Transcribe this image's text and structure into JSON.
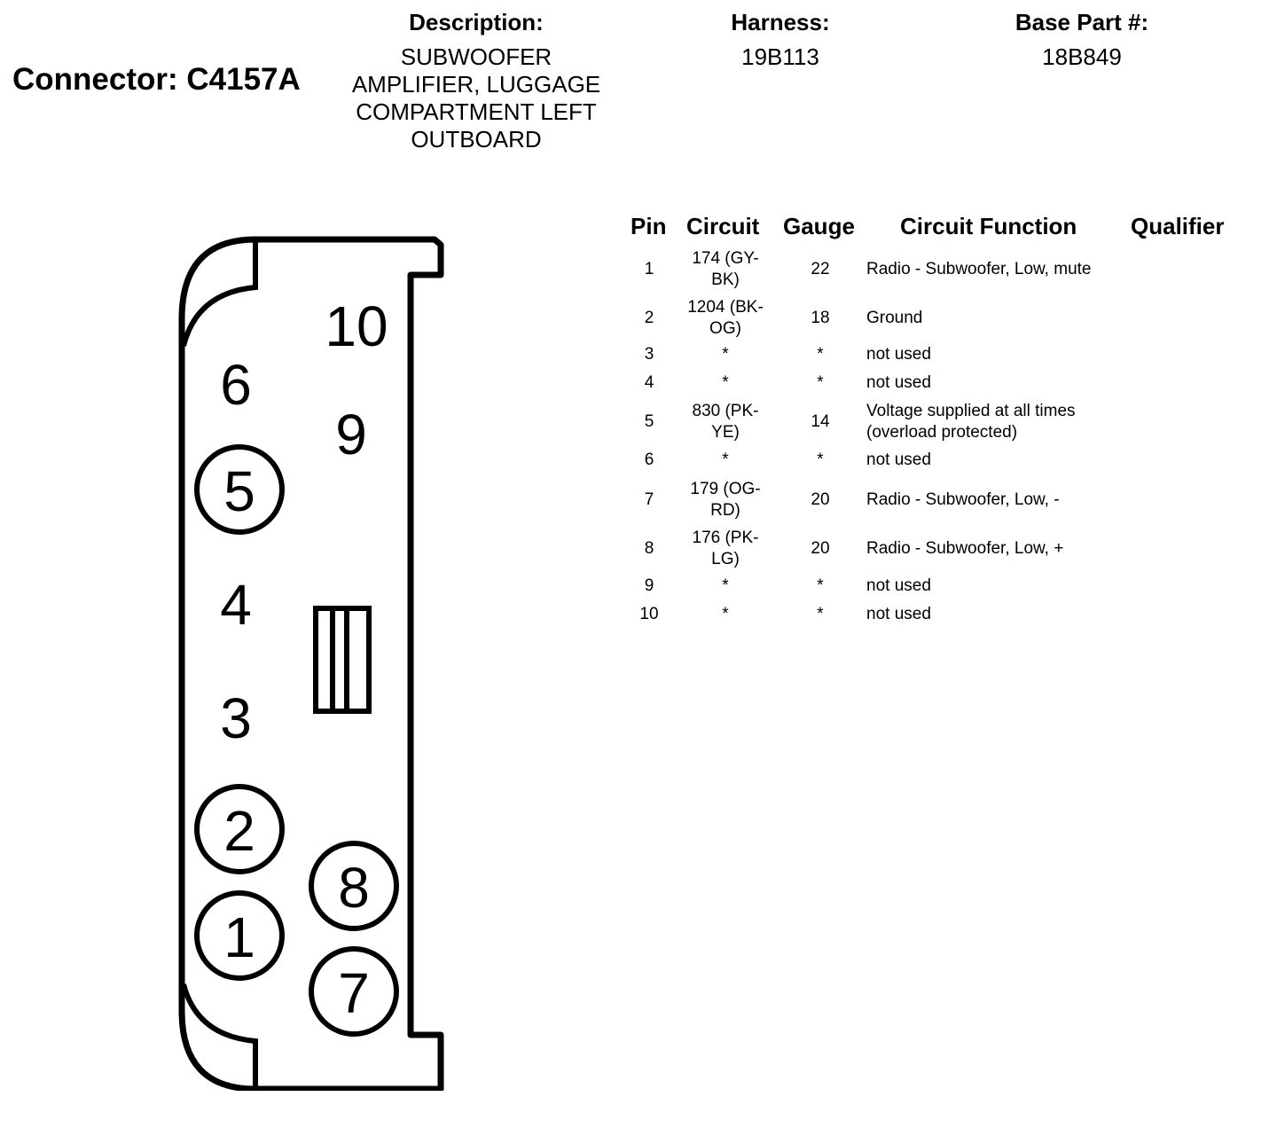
{
  "connector": {
    "title": "Connector: C4157A"
  },
  "header": {
    "description_label": "Description:",
    "description_lines": [
      "SUBWOOFER",
      "AMPLIFIER, LUGGAGE",
      "COMPARTMENT LEFT",
      "OUTBOARD"
    ],
    "harness_label": "Harness:",
    "harness_value": "19B113",
    "base_part_label": "Base Part #:",
    "base_part_value": "18B849"
  },
  "table": {
    "columns": [
      "Pin",
      "Circuit",
      "Gauge",
      "Circuit Function",
      "Qualifier"
    ],
    "rows": [
      {
        "pin": "1",
        "circuit": [
          "174 (GY-",
          "BK)"
        ],
        "gauge": "22",
        "function": [
          "Radio - Subwoofer, Low, mute"
        ],
        "qualifier": ""
      },
      {
        "pin": "2",
        "circuit": [
          "1204 (BK-",
          "OG)"
        ],
        "gauge": "18",
        "function": [
          "Ground"
        ],
        "qualifier": ""
      },
      {
        "pin": "3",
        "circuit": [
          "*"
        ],
        "gauge": "*",
        "function": [
          "not used"
        ],
        "qualifier": ""
      },
      {
        "pin": "4",
        "circuit": [
          "*"
        ],
        "gauge": "*",
        "function": [
          "not used"
        ],
        "qualifier": ""
      },
      {
        "pin": "5",
        "circuit": [
          "830 (PK-",
          "YE)"
        ],
        "gauge": "14",
        "function": [
          "Voltage supplied at all times",
          "(overload protected)"
        ],
        "qualifier": ""
      },
      {
        "pin": "6",
        "circuit": [
          "*"
        ],
        "gauge": "*",
        "function": [
          "not used"
        ],
        "qualifier": ""
      },
      {
        "pin": "7",
        "circuit": [
          "179 (OG-",
          "RD)"
        ],
        "gauge": "20",
        "function": [
          "Radio - Subwoofer, Low, -"
        ],
        "qualifier": ""
      },
      {
        "pin": "8",
        "circuit": [
          "176 (PK-",
          "LG)"
        ],
        "gauge": "20",
        "function": [
          "Radio - Subwoofer, Low, +"
        ],
        "qualifier": ""
      },
      {
        "pin": "9",
        "circuit": [
          "*"
        ],
        "gauge": "*",
        "function": [
          "not used"
        ],
        "qualifier": ""
      },
      {
        "pin": "10",
        "circuit": [
          "*"
        ],
        "gauge": "*",
        "function": [
          "not used"
        ],
        "qualifier": ""
      }
    ]
  },
  "diagram": {
    "pins": [
      {
        "label": "1",
        "circled": true
      },
      {
        "label": "2",
        "circled": true
      },
      {
        "label": "3",
        "circled": false
      },
      {
        "label": "4",
        "circled": false
      },
      {
        "label": "5",
        "circled": true
      },
      {
        "label": "6",
        "circled": false
      },
      {
        "label": "7",
        "circled": true
      },
      {
        "label": "8",
        "circled": true
      },
      {
        "label": "9",
        "circled": false
      },
      {
        "label": "10",
        "circled": false
      }
    ]
  }
}
